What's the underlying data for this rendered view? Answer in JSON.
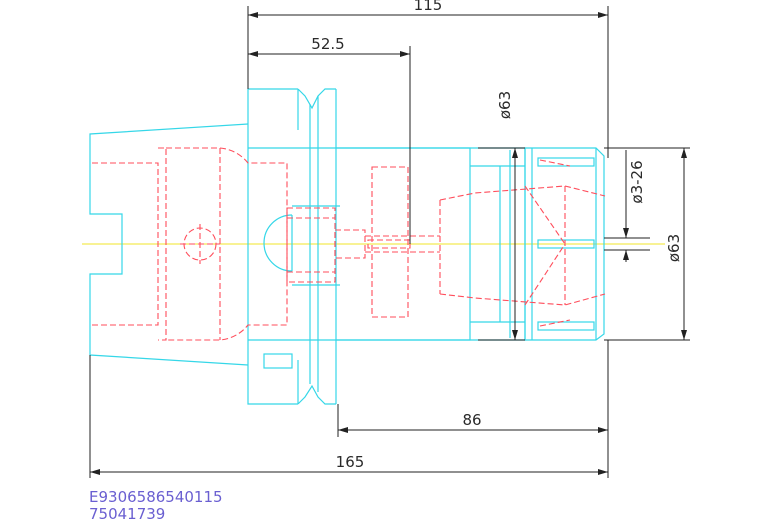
{
  "dimensions": {
    "overall_length_top": "115",
    "partial_length_top": "52.5",
    "nut_diameter": "ø63",
    "clamp_range": "ø3-26",
    "body_diameter_right": "ø63",
    "nose_length": "86",
    "overall_length_bottom": "165"
  },
  "part_code": {
    "line1": "E9306586540115",
    "line2": "75041739"
  },
  "colors": {
    "outline": "#35d7e8",
    "hidden": "#ff4d5b",
    "dimension": "#222222",
    "centerline": "#f1e62a",
    "code_text": "#6a5fd1"
  }
}
